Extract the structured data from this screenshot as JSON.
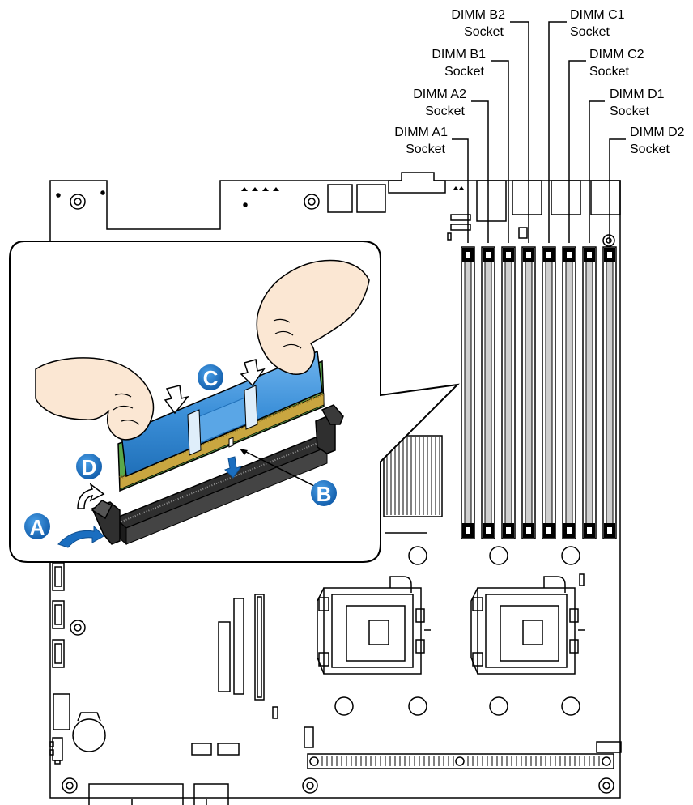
{
  "labels": {
    "a1": {
      "line1": "DIMM A1",
      "line2": "Socket"
    },
    "a2": {
      "line1": "DIMM A2",
      "line2": "Socket"
    },
    "b1": {
      "line1": "DIMM B1",
      "line2": "Socket"
    },
    "b2": {
      "line1": "DIMM B2",
      "line2": "Socket"
    },
    "c1": {
      "line1": "DIMM C1",
      "line2": "Socket"
    },
    "c2": {
      "line1": "DIMM C2",
      "line2": "Socket"
    },
    "d1": {
      "line1": "DIMM D1",
      "line2": "Socket"
    },
    "d2": {
      "line1": "DIMM D2",
      "line2": "Socket"
    }
  },
  "callouts": {
    "a": "A",
    "b": "B",
    "c": "C",
    "d": "D"
  },
  "colors": {
    "board_line": "#000000",
    "dimm_blue": "#3b8fd8",
    "dimm_blue_dark": "#1f6fb8",
    "pcb_green": "#5aa84a",
    "contacts_gold": "#c9a640",
    "socket_dark": "#3a3a3a",
    "callout_blue": "#1a6ec0",
    "hand_fill": "#fbe7d3"
  }
}
